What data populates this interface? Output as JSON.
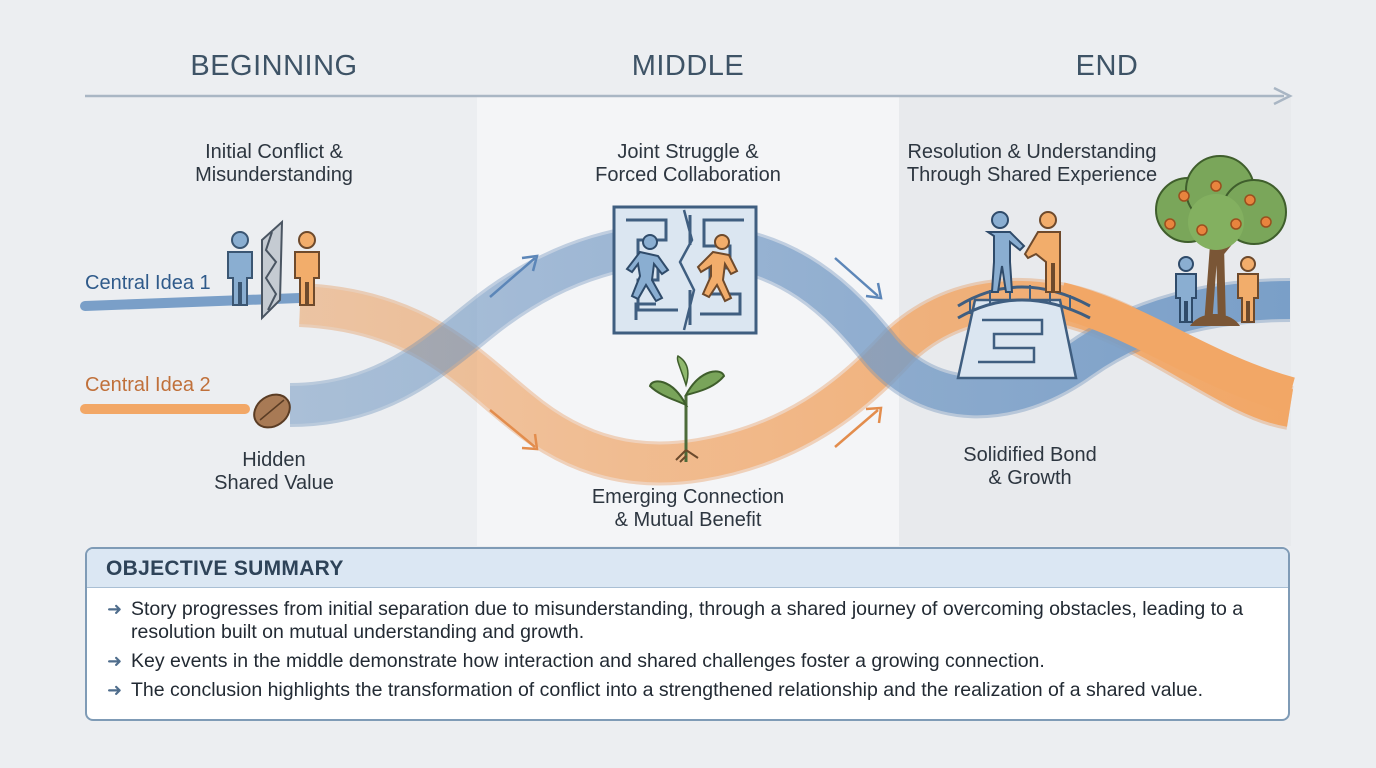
{
  "phases": [
    "BEGINNING",
    "MIDDLE",
    "END"
  ],
  "threads": {
    "idea1": "Central Idea 1",
    "idea2": "Central Idea 2"
  },
  "labels": {
    "initial_conflict": [
      "Initial Conflict &",
      "Misunderstanding"
    ],
    "hidden_value": [
      "Hidden",
      "Shared Value"
    ],
    "joint_struggle": [
      "Joint Struggle &",
      "Forced Collaboration"
    ],
    "emerging_connection": [
      "Emerging Connection",
      "& Mutual Benefit"
    ],
    "resolution": [
      "Resolution & Understanding",
      "Through Shared Experience"
    ],
    "solidified_bond": [
      "Solidified Bond",
      "& Growth"
    ]
  },
  "summary": {
    "title": "OBJECTIVE SUMMARY",
    "points": [
      "Story progresses from initial separation due to misunderstanding, through a shared journey of overcoming obstacles, leading to a resolution built on mutual understanding and growth.",
      "Key events in the middle demonstrate how interaction and shared challenges foster a growing connection.",
      "The conclusion highlights the transformation of conflict into a strengthened relationship and the realization of a shared value."
    ]
  },
  "colors": {
    "blue_thread": "#7a9fc8",
    "orange_thread": "#f2a766",
    "idea1_text": "#2f5a8a",
    "idea2_text": "#c0703a",
    "person_blue": "#8aaed1",
    "person_orange": "#f2ad6b",
    "panel_middle": "#f4f5f7",
    "panel_end": "#e9ebee"
  },
  "icons": [
    "broken-wall-icon",
    "seed-icon",
    "maze-icon",
    "sprout-icon",
    "bridge-icon",
    "tree-icon",
    "person-icon",
    "arrow-icon"
  ]
}
